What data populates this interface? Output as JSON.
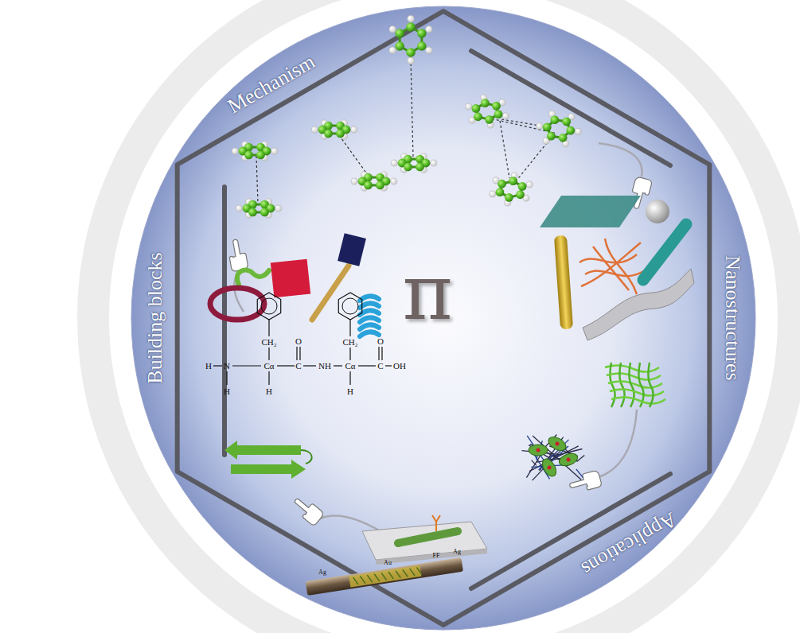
{
  "diagram": {
    "labels": [
      "Mechanism",
      "Nanostructures",
      "Applications",
      "Building blocks",
      "π",
      "H",
      "N",
      "H",
      "CH₂",
      "Cα",
      "H",
      "C",
      "O",
      "NH",
      "CH₂",
      "Cα",
      "H",
      "C",
      "O",
      "OH",
      "Au",
      "FF",
      "Ag",
      "Ag"
    ]
  }
}
